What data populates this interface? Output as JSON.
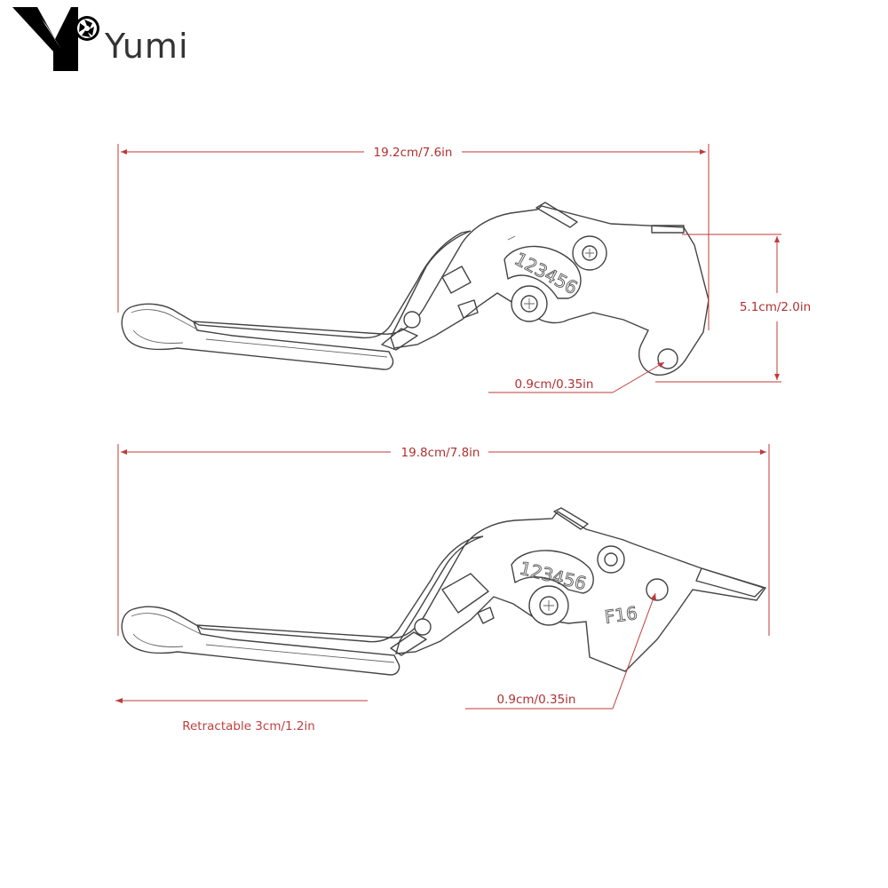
{
  "brand": {
    "name": "Yumi",
    "logo_icon": "camera-aperture-icon",
    "colors": {
      "logo": "#000000",
      "dimension": "#c03a3a",
      "line_art": "#444444"
    }
  },
  "lever_top": {
    "length_label": "19.2cm/7.6in",
    "height_label": "5.1cm/2.0in",
    "hole_label": "0.9cm/0.35in",
    "adjuster_digits": "123456"
  },
  "lever_bottom": {
    "length_label": "19.8cm/7.8in",
    "hole_label": "0.9cm/0.35in",
    "retract_label": "Retractable 3cm/1.2in",
    "adjuster_digits": "123456",
    "part_code": "F16"
  }
}
